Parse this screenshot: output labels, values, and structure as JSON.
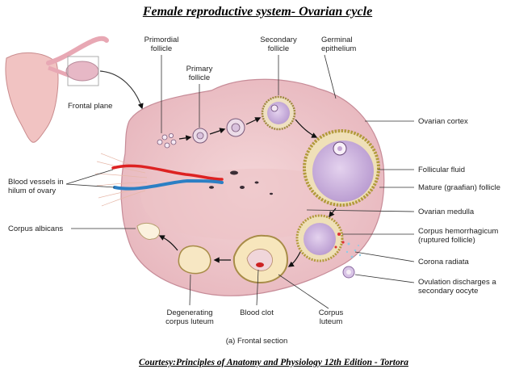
{
  "title": "Female reproductive system- Ovarian cycle",
  "credit": "Courtesy:Principles of Anatomy and Physiology 12th Edition - Tortora",
  "labels": {
    "primordial_follicle": [
      "Primordial",
      "follicle"
    ],
    "primary_follicle": [
      "Primary",
      "follicle"
    ],
    "secondary_follicle": [
      "Secondary",
      "follicle"
    ],
    "germinal_epithelium": [
      "Germinal",
      "epithelium"
    ],
    "frontal_plane": "Frontal plane",
    "ovarian_cortex": "Ovarian cortex",
    "follicular_fluid": "Follicular fluid",
    "mature_follicle": "Mature (graafian) follicle",
    "ovarian_medulla": "Ovarian medulla",
    "blood_vessels": [
      "Blood vessels in",
      "hilum of ovary"
    ],
    "corpus_albicans": "Corpus albicans",
    "corpus_hemorrhagicum": [
      "Corpus hemorrhagicum",
      "(ruptured follicle)"
    ],
    "corona_radiata": "Corona radiata",
    "ovulation": [
      "Ovulation discharges a",
      "secondary oocyte"
    ],
    "degenerating_corpus_luteum": [
      "Degenerating",
      "corpus luteum"
    ],
    "blood_clot": "Blood clot",
    "corpus_luteum": [
      "Corpus",
      "luteum"
    ],
    "caption": "(a) Frontal section"
  }
}
